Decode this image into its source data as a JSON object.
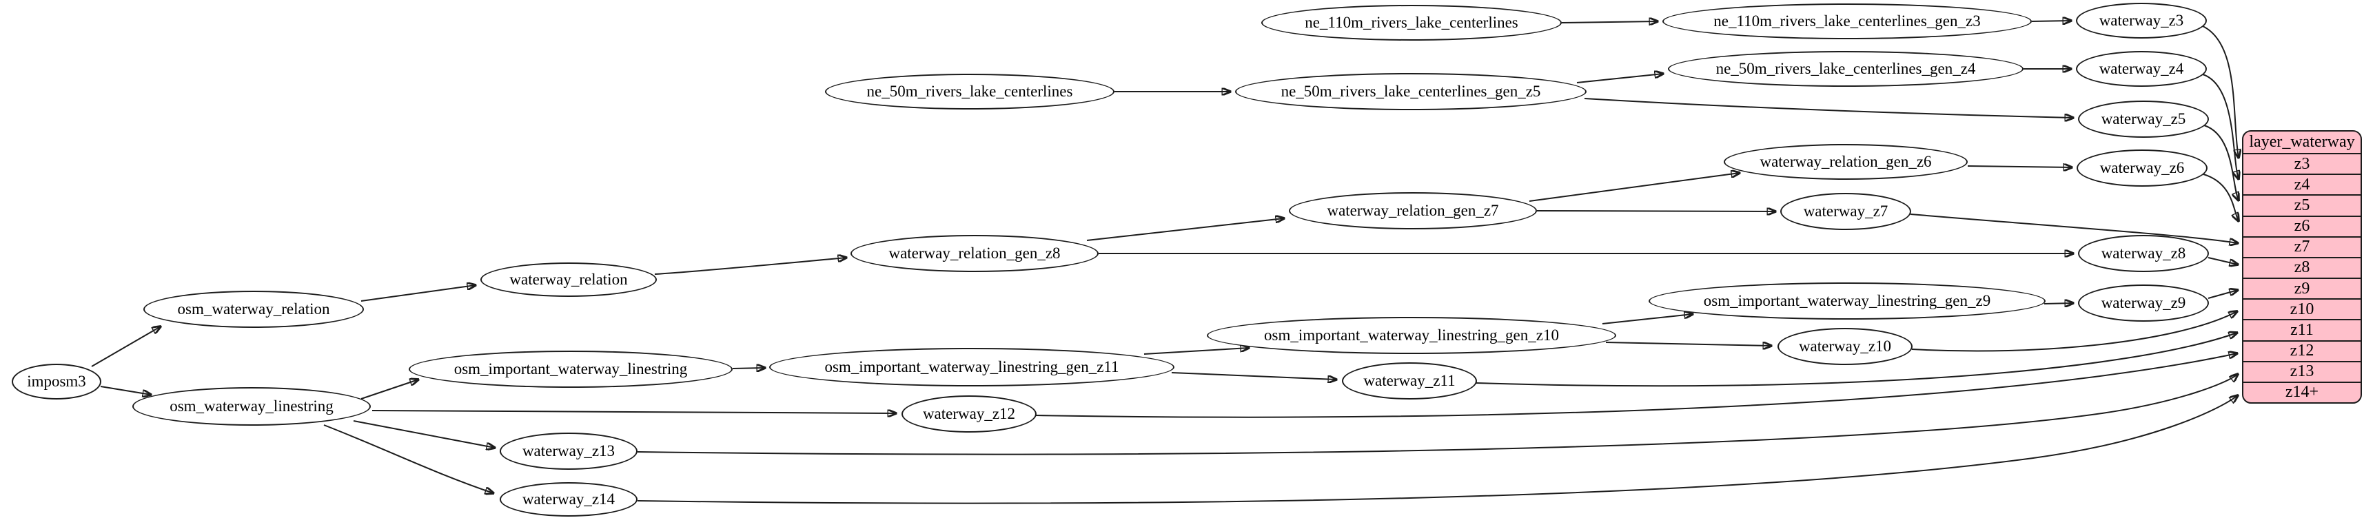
{
  "nodes": {
    "imposm3": "imposm3",
    "osm_waterway_relation": "osm_waterway_relation",
    "waterway_relation": "waterway_relation",
    "waterway_relation_gen_z8": "waterway_relation_gen_z8",
    "waterway_relation_gen_z7": "waterway_relation_gen_z7",
    "waterway_relation_gen_z6": "waterway_relation_gen_z6",
    "ne_110m_rivers_lake_centerlines": "ne_110m_rivers_lake_centerlines",
    "ne_110m_rivers_lake_centerlines_gen_z3": "ne_110m_rivers_lake_centerlines_gen_z3",
    "ne_50m_rivers_lake_centerlines": "ne_50m_rivers_lake_centerlines",
    "ne_50m_rivers_lake_centerlines_gen_z5": "ne_50m_rivers_lake_centerlines_gen_z5",
    "ne_50m_rivers_lake_centerlines_gen_z4": "ne_50m_rivers_lake_centerlines_gen_z4",
    "osm_waterway_linestring": "osm_waterway_linestring",
    "osm_important_waterway_linestring": "osm_important_waterway_linestring",
    "osm_important_waterway_linestring_gen_z11": "osm_important_waterway_linestring_gen_z11",
    "osm_important_waterway_linestring_gen_z10": "osm_important_waterway_linestring_gen_z10",
    "osm_important_waterway_linestring_gen_z9": "osm_important_waterway_linestring_gen_z9",
    "waterway_z3": "waterway_z3",
    "waterway_z4": "waterway_z4",
    "waterway_z5": "waterway_z5",
    "waterway_z6": "waterway_z6",
    "waterway_z7": "waterway_z7",
    "waterway_z8": "waterway_z8",
    "waterway_z9": "waterway_z9",
    "waterway_z10": "waterway_z10",
    "waterway_z11": "waterway_z11",
    "waterway_z12": "waterway_z12",
    "waterway_z13": "waterway_z13",
    "waterway_z14": "waterway_z14"
  },
  "table": {
    "title": "layer_waterway",
    "rows": [
      "z3",
      "z4",
      "z5",
      "z6",
      "z7",
      "z8",
      "z9",
      "z10",
      "z11",
      "z12",
      "z13",
      "z14+"
    ]
  },
  "edges": [
    [
      "imposm3",
      "osm_waterway_relation"
    ],
    [
      "imposm3",
      "osm_waterway_linestring"
    ],
    [
      "osm_waterway_relation",
      "waterway_relation"
    ],
    [
      "waterway_relation",
      "waterway_relation_gen_z8"
    ],
    [
      "waterway_relation_gen_z8",
      "waterway_relation_gen_z7"
    ],
    [
      "waterway_relation_gen_z8",
      "waterway_z8"
    ],
    [
      "waterway_relation_gen_z7",
      "waterway_relation_gen_z6"
    ],
    [
      "waterway_relation_gen_z7",
      "waterway_z7"
    ],
    [
      "waterway_relation_gen_z6",
      "waterway_z6"
    ],
    [
      "ne_110m_rivers_lake_centerlines",
      "ne_110m_rivers_lake_centerlines_gen_z3"
    ],
    [
      "ne_110m_rivers_lake_centerlines_gen_z3",
      "waterway_z3"
    ],
    [
      "ne_50m_rivers_lake_centerlines",
      "ne_50m_rivers_lake_centerlines_gen_z5"
    ],
    [
      "ne_50m_rivers_lake_centerlines_gen_z5",
      "ne_50m_rivers_lake_centerlines_gen_z4"
    ],
    [
      "ne_50m_rivers_lake_centerlines_gen_z5",
      "waterway_z5"
    ],
    [
      "ne_50m_rivers_lake_centerlines_gen_z4",
      "waterway_z4"
    ],
    [
      "osm_waterway_linestring",
      "osm_important_waterway_linestring"
    ],
    [
      "osm_waterway_linestring",
      "waterway_z12"
    ],
    [
      "osm_waterway_linestring",
      "waterway_z13"
    ],
    [
      "osm_waterway_linestring",
      "waterway_z14"
    ],
    [
      "osm_important_waterway_linestring",
      "osm_important_waterway_linestring_gen_z11"
    ],
    [
      "osm_important_waterway_linestring_gen_z11",
      "osm_important_waterway_linestring_gen_z10"
    ],
    [
      "osm_important_waterway_linestring_gen_z11",
      "waterway_z11"
    ],
    [
      "osm_important_waterway_linestring_gen_z10",
      "osm_important_waterway_linestring_gen_z9"
    ],
    [
      "osm_important_waterway_linestring_gen_z10",
      "waterway_z10"
    ],
    [
      "osm_important_waterway_linestring_gen_z9",
      "waterway_z9"
    ],
    [
      "waterway_z3",
      "layer_waterway.z3"
    ],
    [
      "waterway_z4",
      "layer_waterway.z4"
    ],
    [
      "waterway_z5",
      "layer_waterway.z5"
    ],
    [
      "waterway_z6",
      "layer_waterway.z6"
    ],
    [
      "waterway_z7",
      "layer_waterway.z7"
    ],
    [
      "waterway_z8",
      "layer_waterway.z8"
    ],
    [
      "waterway_z9",
      "layer_waterway.z9"
    ],
    [
      "waterway_z10",
      "layer_waterway.z10"
    ],
    [
      "waterway_z11",
      "layer_waterway.z11"
    ],
    [
      "waterway_z12",
      "layer_waterway.z12"
    ],
    [
      "waterway_z13",
      "layer_waterway.z13"
    ],
    [
      "waterway_z14",
      "layer_waterway.z14+"
    ]
  ],
  "colors": {
    "background": "#ffffff",
    "node_fill": "#ffffff",
    "stroke": "#1c1c1c",
    "table_fill": "#ffc0cb"
  }
}
